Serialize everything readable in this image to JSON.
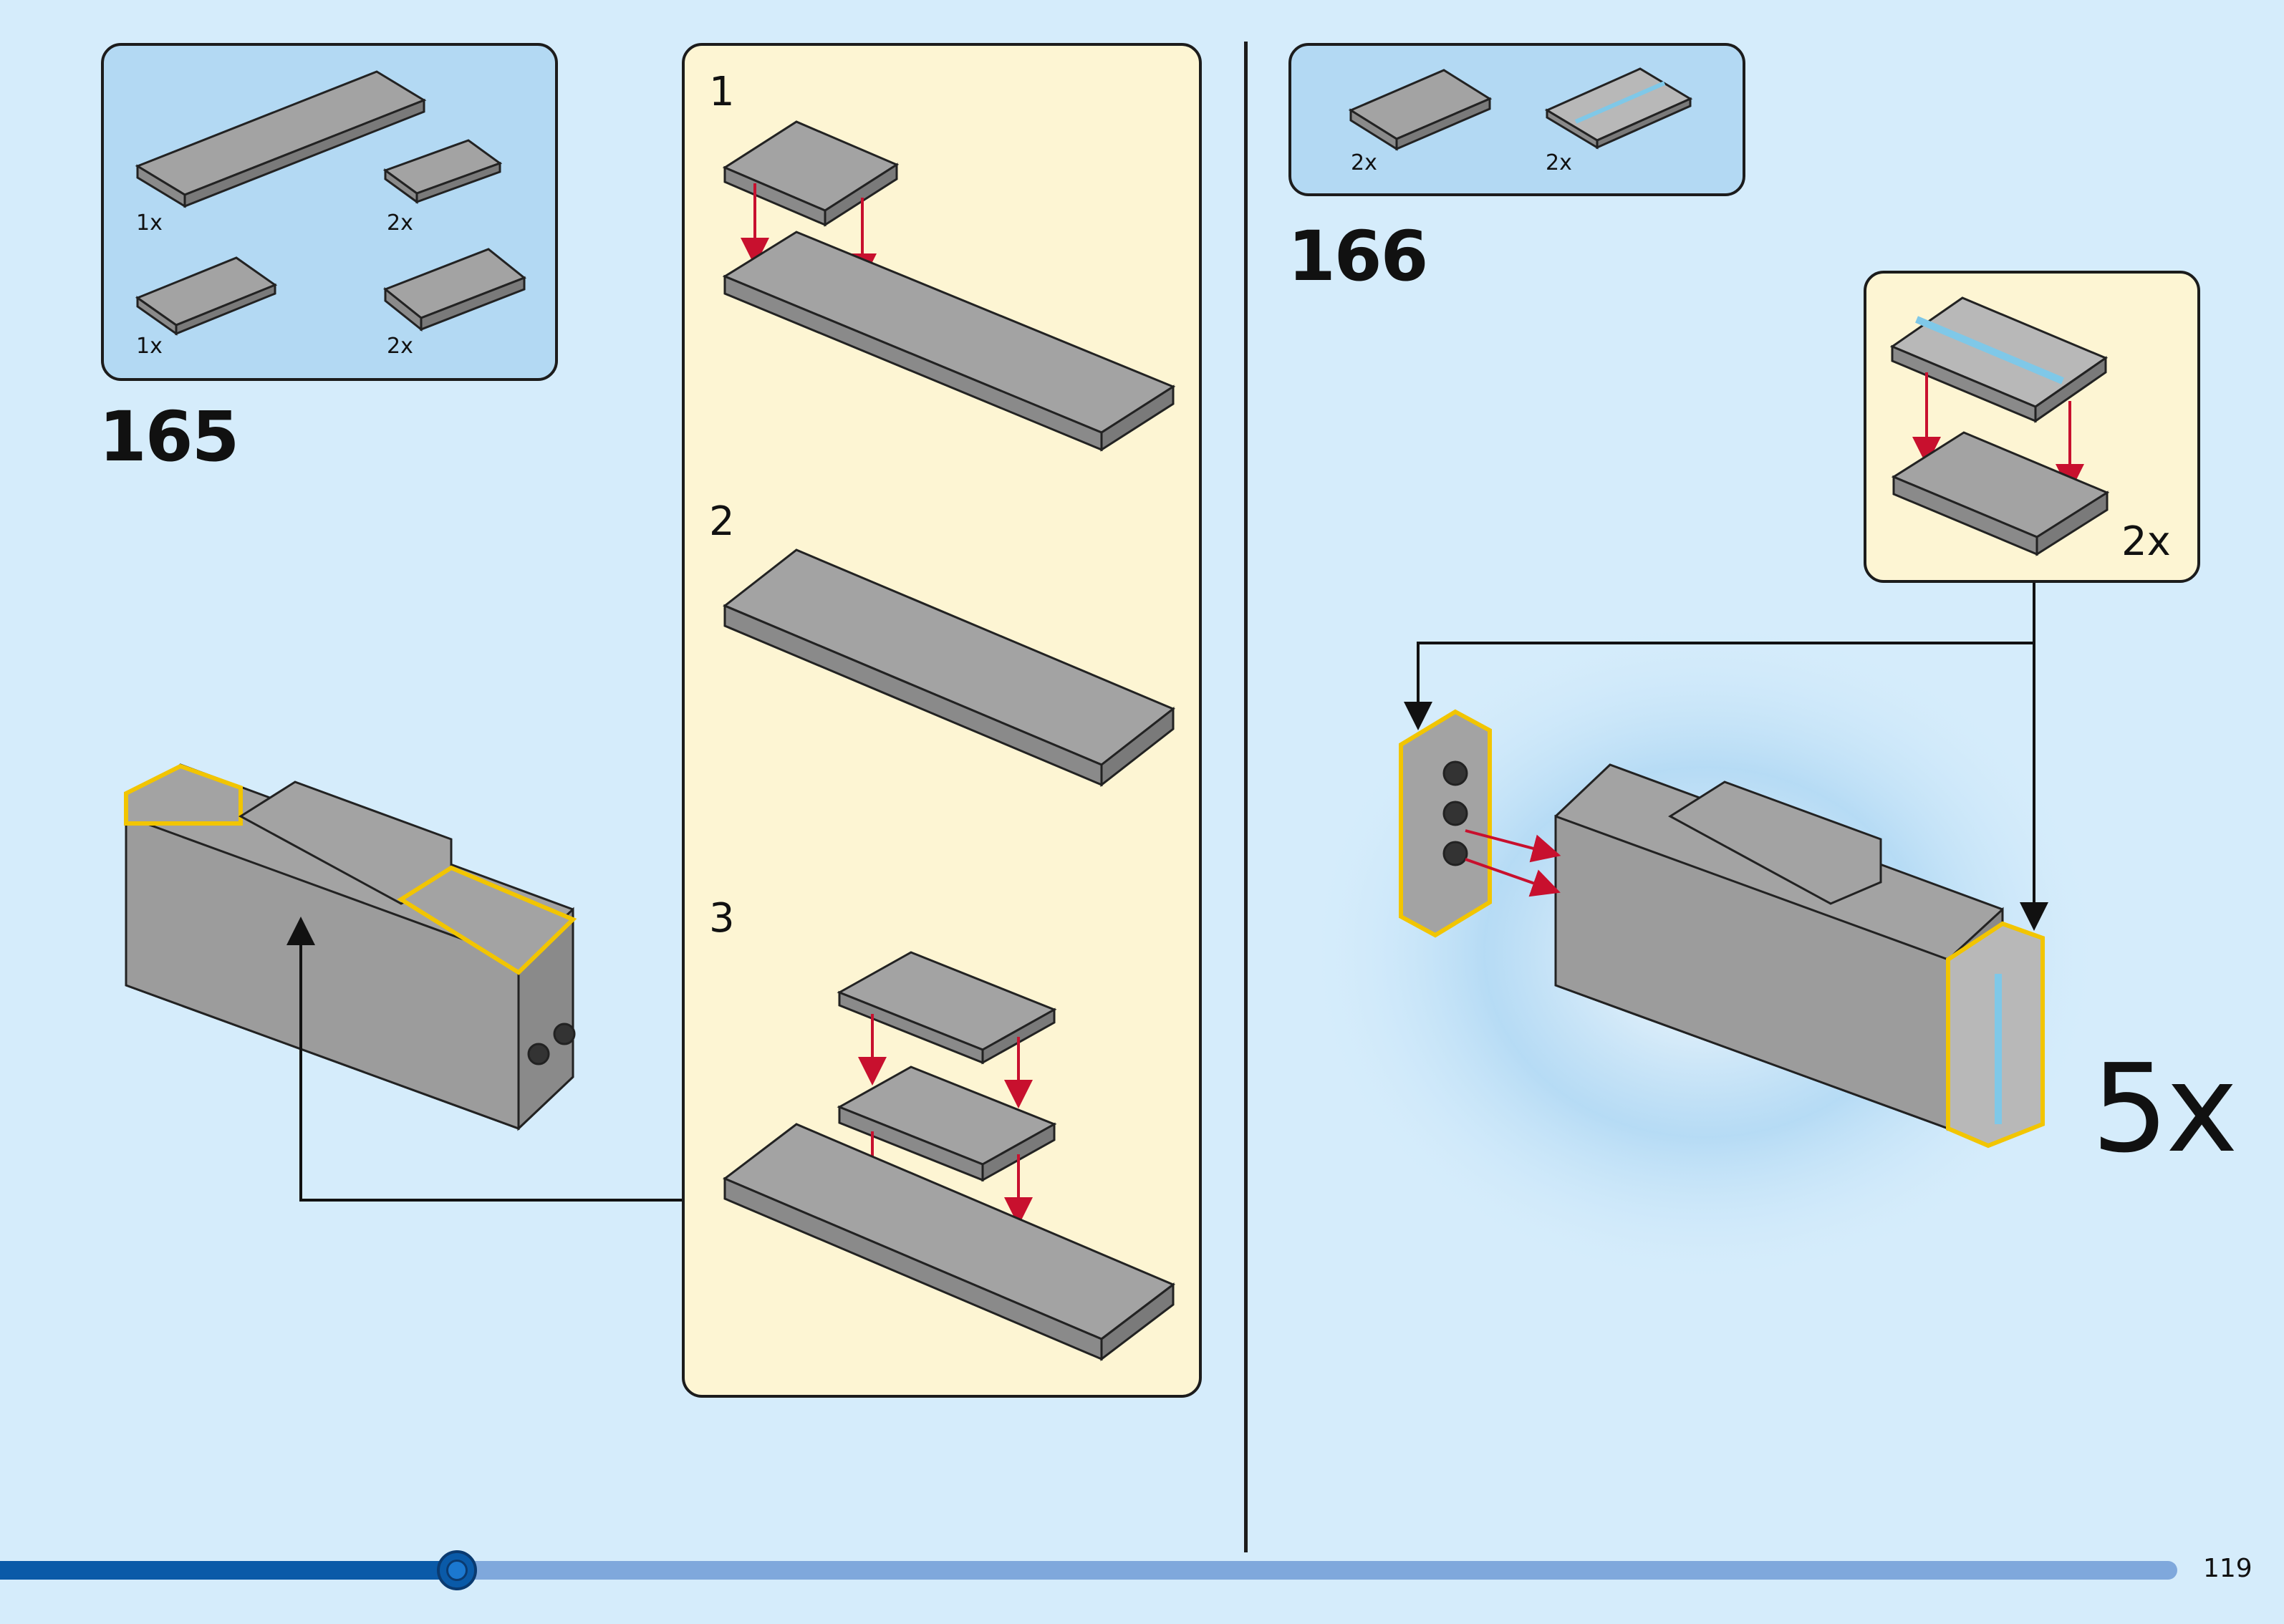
{
  "step_165": {
    "number": "165",
    "parts": [
      {
        "qty": "1x",
        "name": "plate-2x10"
      },
      {
        "qty": "2x",
        "name": "tile-2x4"
      },
      {
        "qty": "1x",
        "name": "tile-2x4"
      },
      {
        "qty": "2x",
        "name": "plate-2x4"
      }
    ],
    "substeps": [
      "1",
      "2",
      "3"
    ]
  },
  "step_166": {
    "number": "166",
    "parts": [
      {
        "qty": "2x",
        "name": "plate-2x4"
      },
      {
        "qty": "2x",
        "name": "printed-tile-maersk"
      }
    ],
    "subassembly_qty": "2x",
    "multiplier": "5x"
  },
  "colors": {
    "page_bg": "#d5ecfb",
    "parts_bg": "#b3d9f3",
    "subassembly_bg": "#fdf5d3",
    "brick_gray": "#a3a3a3",
    "highlight": "#f2c500",
    "arrow_red": "#c8102e",
    "progress": "#0a5aa8"
  },
  "footer": {
    "page_number": "119",
    "progress_percent": 21
  }
}
